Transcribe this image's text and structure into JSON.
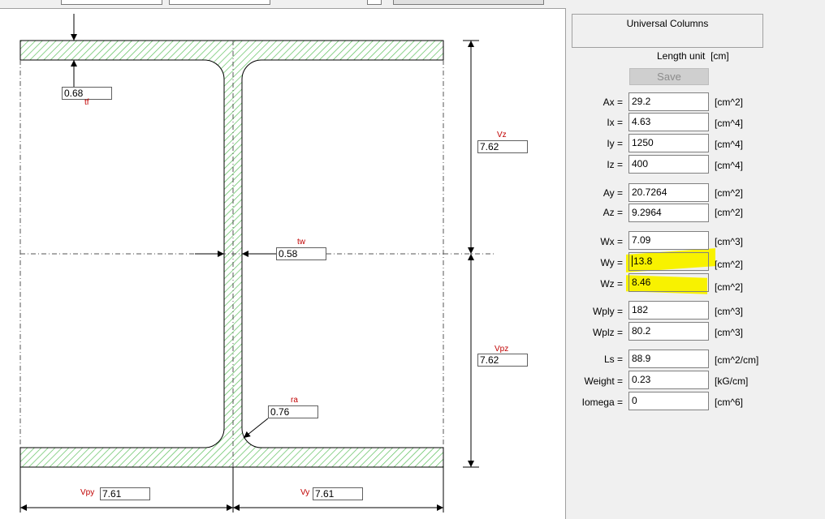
{
  "panel": {
    "title": "Universal Columns",
    "length_unit_label": "Length unit",
    "length_unit_value": "[cm]",
    "save_label": "Save",
    "properties": [
      {
        "label": "Ax =",
        "value": "29.2",
        "unit": "[cm^2]"
      },
      {
        "label": "Ix =",
        "value": "4.63",
        "unit": "[cm^4]"
      },
      {
        "label": "Iy =",
        "value": "1250",
        "unit": "[cm^4]"
      },
      {
        "label": "Iz =",
        "value": "400",
        "unit": "[cm^4]"
      },
      {
        "label": "Ay =",
        "value": "20.7264",
        "unit": "[cm^2]"
      },
      {
        "label": "Az =",
        "value": "9.2964",
        "unit": "[cm^2]"
      },
      {
        "label": "Wx =",
        "value": "7.09",
        "unit": "[cm^3]"
      },
      {
        "label": "Wy =",
        "value": "13.8",
        "unit": "[cm^2]"
      },
      {
        "label": "Wz =",
        "value": "8.46",
        "unit": "[cm^2]"
      },
      {
        "label": "Wply =",
        "value": "182",
        "unit": "[cm^3]"
      },
      {
        "label": "Wplz =",
        "value": "80.2",
        "unit": "[cm^3]"
      },
      {
        "label": "Ls =",
        "value": "88.9",
        "unit": "[cm^2/cm]"
      },
      {
        "label": "Weight =",
        "value": "0.23",
        "unit": "[kG/cm]"
      },
      {
        "label": "Iomega =",
        "value": "0",
        "unit": "[cm^6]"
      }
    ]
  },
  "drawing": {
    "tf": {
      "label": "tf",
      "value": "0.68"
    },
    "vz": {
      "label": "Vz",
      "value": "7.62"
    },
    "tw": {
      "label": "tw",
      "value": "0.58"
    },
    "vpz": {
      "label": "Vpz",
      "value": "7.62"
    },
    "ra": {
      "label": "ra",
      "value": "0.76"
    },
    "vpy": {
      "label": "Vpy",
      "value": "7.61"
    },
    "vy": {
      "label": "Vy",
      "value": "7.61"
    }
  },
  "colors": {
    "hatch": "#5cbf5c",
    "dim_label": "#c00000",
    "highlight": "#f8f200"
  }
}
